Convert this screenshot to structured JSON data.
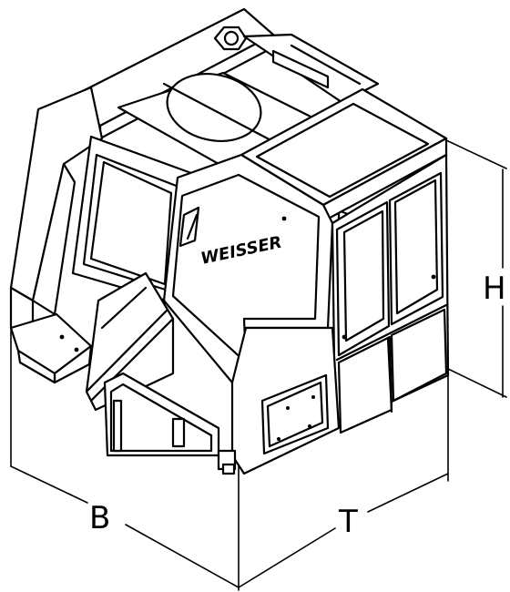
{
  "diagram": {
    "brand_text": "WEISSER",
    "dimension_labels": {
      "width": "B",
      "depth": "T",
      "height": "H"
    },
    "colors": {
      "line": "#000000",
      "fill": "#ffffff",
      "background": "#ffffff"
    }
  }
}
